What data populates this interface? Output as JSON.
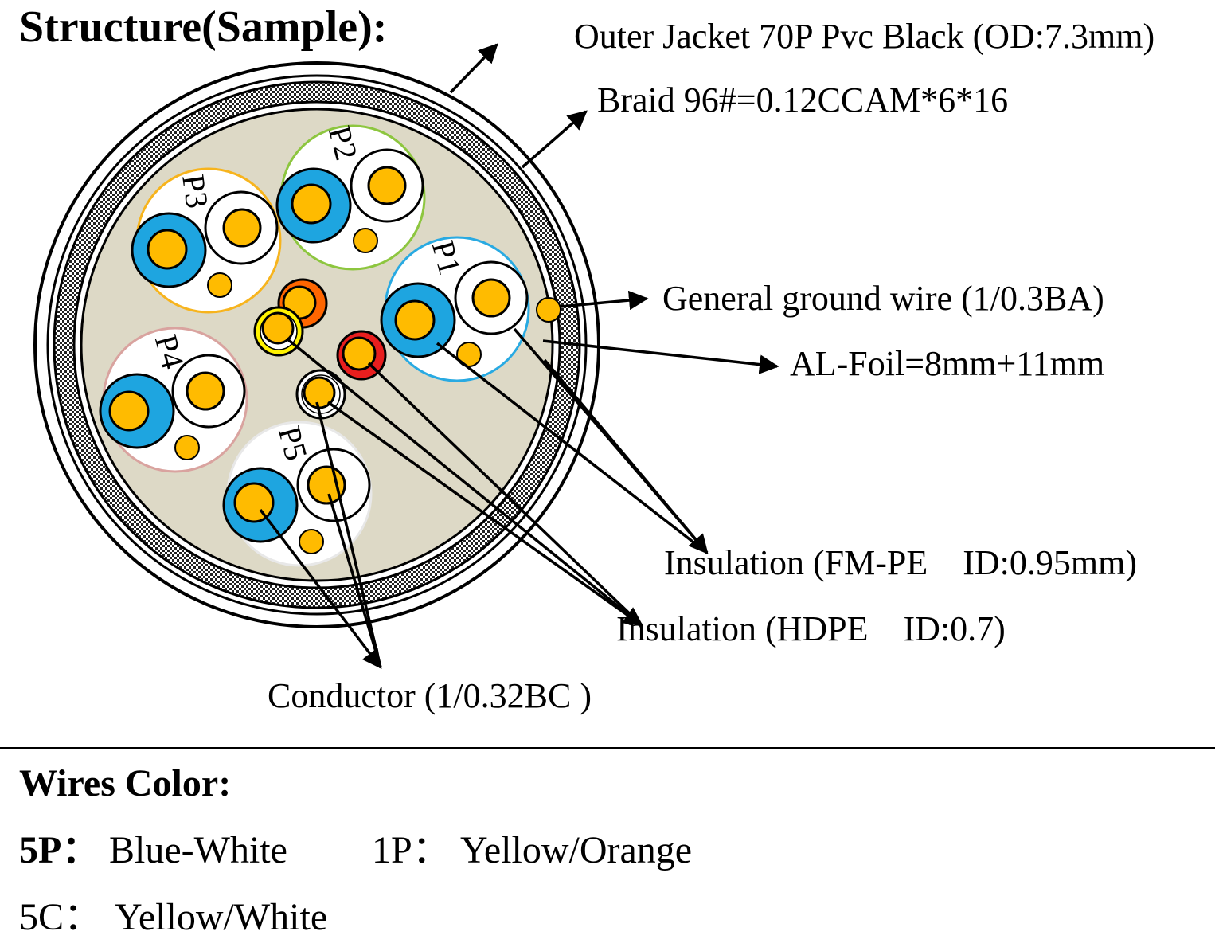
{
  "title": "Structure(Sample):",
  "labels": {
    "outer_jacket": "Outer Jacket 70P Pvc Black (OD:7.3mm)",
    "braid": "Braid 96#=0.12CCAM*6*16",
    "ground_wire": "General ground wire (1/0.3BA)",
    "al_foil": "AL-Foil=8mm+11mm",
    "insulation_fmpe": "Insulation (FM-PE    ID:0.95mm)",
    "insulation_hdpe": "Insulation (HDPE    ID:0.7)",
    "conductor": "Conductor (1/0.32BC )"
  },
  "pairs": [
    {
      "label": "P1",
      "ring_color": "#29aae2"
    },
    {
      "label": "P2",
      "ring_color": "#8dc63f"
    },
    {
      "label": "P3",
      "ring_color": "#f7b41d"
    },
    {
      "label": "P4",
      "ring_color": "#d9a39f"
    },
    {
      "label": "P5",
      "ring_color": "#e8e8e8"
    }
  ],
  "colors": {
    "jacket_fill": "#ddd9c6",
    "blue_insulation": "#1ea5e0",
    "conductor": "#ffbb00",
    "orange": "#ff6600",
    "red": "#e81e1e",
    "yellow": "#fff200"
  },
  "wires_color": {
    "heading": "Wires Color:",
    "row1_a_key": "5P：",
    "row1_a_val": "Blue-White",
    "row1_b_key": "1P：",
    "row1_b_val": "Yellow/Orange",
    "row2_key": "5C：",
    "row2_val": "Yellow/White"
  }
}
